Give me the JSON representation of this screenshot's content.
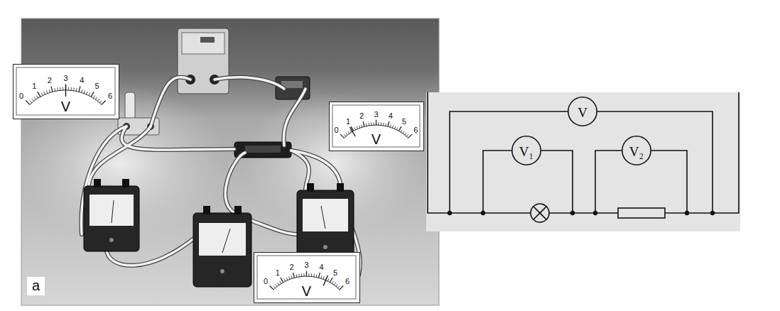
{
  "diagram": {
    "nodes": [
      {
        "text": [
          "0",
          "1",
          "2",
          "3",
          "4",
          "5",
          "6",
          "V"
        ]
      },
      {
        "text": [
          "0",
          "1",
          "2",
          "3",
          "4",
          "5",
          "6",
          "V"
        ]
      },
      {
        "text": [
          "0",
          "1",
          "2",
          "3",
          "4",
          "5",
          "6",
          "V"
        ]
      },
      {
        "text": [
          "V"
        ]
      },
      {
        "text": [
          "V₁"
        ]
      },
      {
        "text": [
          "V₂"
        ]
      }
    ],
    "labels": [
      "a"
    ]
  }
}
